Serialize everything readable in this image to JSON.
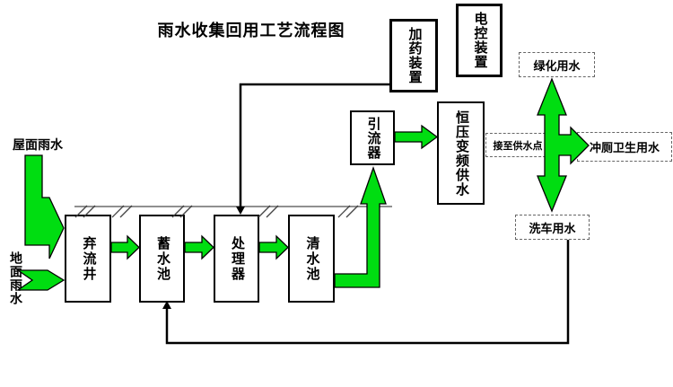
{
  "title": "雨水收集回用工艺流程图",
  "sources": {
    "roof": "屋面雨水",
    "ground": "地面雨水"
  },
  "nodes": {
    "dosing_device": "加药装置",
    "electric_control": "电控装置",
    "diverter": "引流器",
    "constant_pressure_supply": "恒压变频供水",
    "abandon_flow_well": "弃流井",
    "storage_tank": "蓄水池",
    "processor": "处理器",
    "clean_water_tank": "清水池"
  },
  "outputs": {
    "greening_water": "绿化用水",
    "supply_point_note": "接至供水点",
    "toilet_water": "冲厕卫生用水",
    "car_wash_water": "洗车用水"
  },
  "colors": {
    "arrow_green": "#00dd11",
    "connector_black": "#000000",
    "ground_line_gray": "#909090"
  }
}
